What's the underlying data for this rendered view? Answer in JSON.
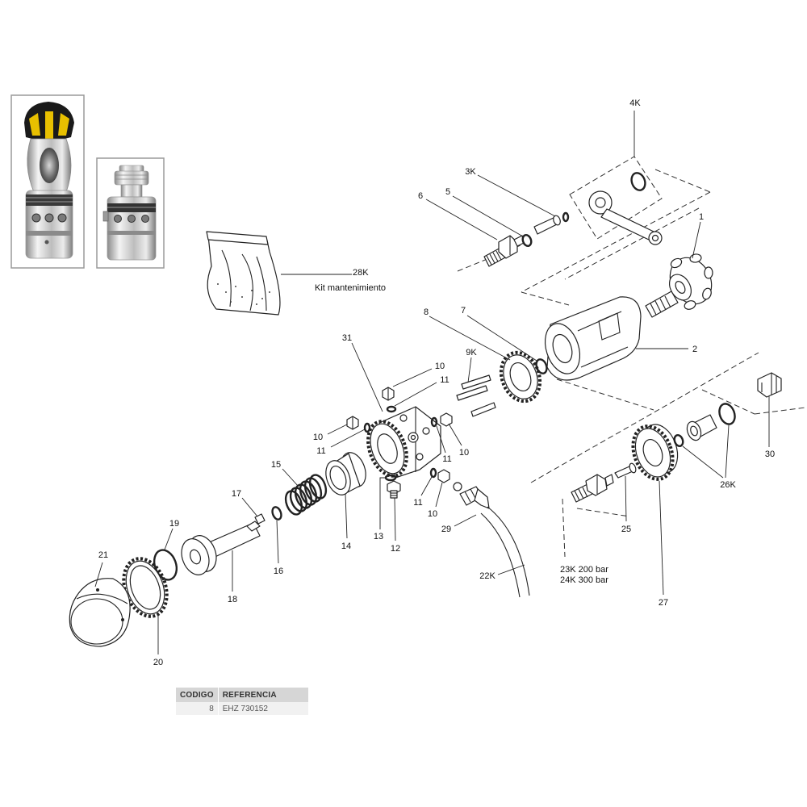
{
  "callouts": {
    "c4k": "4K",
    "c3k": "3K",
    "c6": "6",
    "c5": "5",
    "c1": "1",
    "c28k": "28K",
    "c8": "8",
    "c7": "7",
    "c31": "31",
    "c2": "2",
    "c9k": "9K",
    "c10a": "10",
    "c11a": "11",
    "c10b": "10",
    "c11b": "11",
    "c11c": "11",
    "c10c": "10",
    "c15": "15",
    "c30": "30",
    "c26k": "26K",
    "c17": "17",
    "c11d": "11",
    "c10d": "10",
    "c19": "19",
    "c25": "25",
    "c29": "29",
    "c13": "13",
    "c14": "14",
    "c12": "12",
    "c21": "21",
    "c16": "16",
    "c22k": "22K",
    "c18": "18",
    "c27": "27",
    "c20": "20"
  },
  "kit_label": "Kit mantenimiento",
  "pressure_notes": [
    "23K 200 bar",
    "24K 300 bar"
  ],
  "table": {
    "headers": [
      "CODIGO",
      "REFERENCIA"
    ],
    "rows": [
      [
        "8",
        "EHZ 730152"
      ]
    ]
  },
  "colors": {
    "cap_black": "#1a1a1a",
    "cap_yellow": "#e8c000",
    "chrome": "#c8c8c8"
  }
}
